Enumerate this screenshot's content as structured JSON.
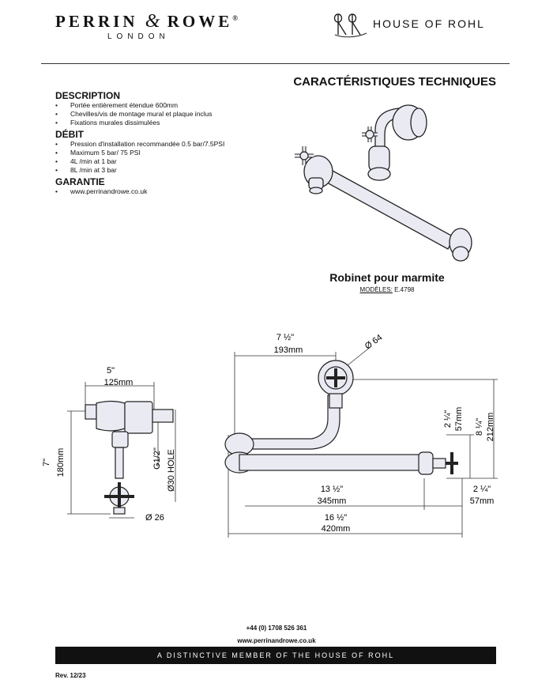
{
  "header": {
    "brand_name": "PERRIN",
    "brand_amp": "&",
    "brand_name2": "ROWE",
    "brand_reg": "®",
    "brand_city": "LONDON",
    "partner_name": "HOUSE OF ROHL"
  },
  "title": "CARACTÉRISTIQUES TECHNIQUES",
  "spec": {
    "description_heading": "DESCRIPTION",
    "description_items": [
      "Portée entièrement étendue 600mm",
      "Chevilles/vis de montage mural et plaque inclus",
      "Fixations murales dissimulées"
    ],
    "flow_heading": "DÉBIT",
    "flow_items": [
      "Pression d'installation recommandée 0.5 bar/7.5PSI",
      "Maximum 5 bar/ 75 PSI",
      "4L /min at 1 bar",
      "8L /min at 3 bar"
    ],
    "warranty_heading": "GARANTIE",
    "warranty_items": [
      "www.perrinandrowe.co.uk"
    ]
  },
  "product": {
    "name": "Robinet pour marmite",
    "models_label": "MODÈLES:",
    "models_value": "E.4798"
  },
  "dimensions": {
    "side_width_in": "5\"",
    "side_width_mm": "125mm",
    "side_height_in": "7\"",
    "side_height_mm": "180mm",
    "thread": "G1/2\"",
    "hole": "Ø30 HOLE",
    "base_dia": "Ø 26",
    "front_top_in": "7 ½\"",
    "front_top_mm": "193mm",
    "rosette_dia": "Ø 64",
    "front_mid_in": "2 ¼\"",
    "front_mid_mm": "57mm",
    "front_height_in": "8 ¼\"",
    "front_height_mm": "212mm",
    "spout_in": "13 ½\"",
    "spout_mm": "345mm",
    "handle_in": "2 ¼\"",
    "handle_mm": "57mm",
    "total_in": "16 ½\"",
    "total_mm": "420mm"
  },
  "footer": {
    "phone": "+44 (0) 1708 526 361",
    "website": "www.perrinandrowe.co.uk",
    "tagline": "A DISTINCTIVE MEMBER OF THE HOUSE OF ROHL",
    "revision": "Rev. 12/23"
  }
}
